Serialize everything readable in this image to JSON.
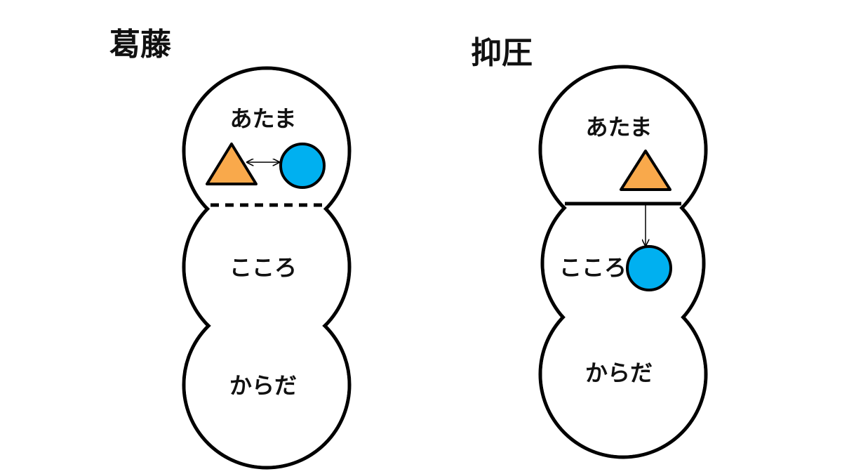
{
  "colors": {
    "triangle": "#F9A94B",
    "circle": "#00B0F0",
    "outline": "#000000"
  },
  "left": {
    "title": "葛藤",
    "zones": [
      "あたま",
      "こころ",
      "からだ"
    ],
    "boundary": "dashed"
  },
  "right": {
    "title": "抑圧",
    "zones": [
      "あたま",
      "こころ",
      "からだ"
    ],
    "boundary": "solid"
  }
}
